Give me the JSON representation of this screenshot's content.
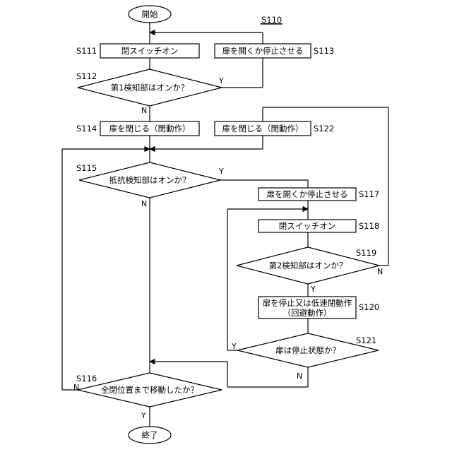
{
  "title": "S110",
  "terminals": {
    "start": "開始",
    "end": "終了"
  },
  "steps": {
    "s111": {
      "label": "S111",
      "text": "閉スイッチオン"
    },
    "s112": {
      "label": "S112",
      "text": "第1検知部はオンか？"
    },
    "s113": {
      "label": "S113",
      "text": "扉を開くか停止させる"
    },
    "s114": {
      "label": "S114",
      "text": "扉を閉じる（閉動作）"
    },
    "s115": {
      "label": "S115",
      "text": "抵抗検知部はオンか？"
    },
    "s116": {
      "label": "S116",
      "text": "全閉位置まで移動したか？"
    },
    "s117": {
      "label": "S117",
      "text": "扉を開くか停止させる"
    },
    "s118": {
      "label": "S118",
      "text": "閉スイッチオン"
    },
    "s119": {
      "label": "S119",
      "text": "第2検知部はオンか？"
    },
    "s120": {
      "label": "S120",
      "text_line1": "扉を停止又は低速閉動作",
      "text_line2": "（回避動作）"
    },
    "s121": {
      "label": "S121",
      "text": "扉は停止状態か？"
    },
    "s122": {
      "label": "S122",
      "text": "扉を閉じる（閉動作）"
    }
  },
  "branches": {
    "s112_yes": "Y",
    "s112_no": "N",
    "s115_yes": "Y",
    "s115_no": "N",
    "s116_yes": "Y",
    "s116_no": "N",
    "s119_yes": "Y",
    "s119_no": "N",
    "s121_yes": "Y",
    "s121_no": "N"
  }
}
